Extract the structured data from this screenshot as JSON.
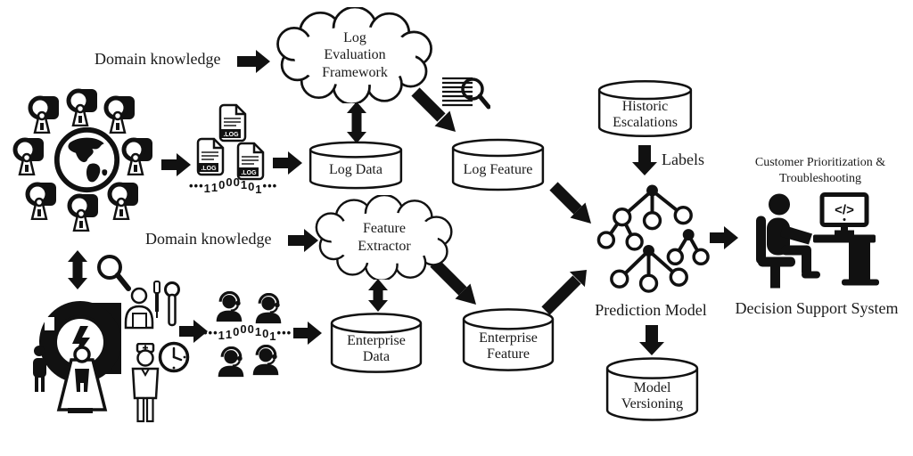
{
  "texts": {
    "domain_knowledge_top": "Domain knowledge",
    "domain_knowledge_bottom": "Domain knowledge",
    "labels_annotation": "Labels",
    "prediction_model": "Prediction Model",
    "decision_support_system": "Decision Support System",
    "customer_prioritization_line1": "Customer Prioritization &",
    "customer_prioritization_line2": "Troubleshooting",
    "monitor_code": "</>"
  },
  "clouds": {
    "log_evaluation_framework": {
      "line1": "Log",
      "line2": "Evaluation",
      "line3": "Framework"
    },
    "feature_extractor": {
      "line1": "Feature",
      "line2": "Extractor"
    }
  },
  "cylinders": {
    "log_data": {
      "line1": "Log Data"
    },
    "log_feature": {
      "line1": "Log Feature"
    },
    "enterprise_data": {
      "line1": "Enterprise",
      "line2": "Data"
    },
    "enterprise_feature": {
      "line1": "Enterprise",
      "line2": "Feature"
    },
    "historic_escalations": {
      "line1": "Historic",
      "line2": "Escalations"
    },
    "model_versioning": {
      "line1": "Model",
      "line2": "Versioning"
    }
  },
  "binary": {
    "dots": "•••",
    "log_stream": "11000101",
    "enterprise_stream": "11000101"
  },
  "file_label": ".LOG",
  "colors": {
    "ink": "#111111",
    "background": "#ffffff"
  }
}
